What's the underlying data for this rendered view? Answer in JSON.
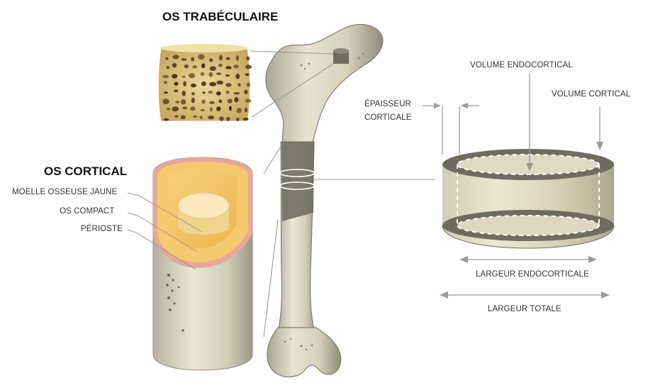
{
  "headings": {
    "trabecular": "OS TRABÉCULAIRE",
    "cortical": "OS CORTICAL"
  },
  "cortical_labels": {
    "marrow": "MOELLE OSSEUSE JAUNE",
    "compact": "OS COMPACT",
    "periosteum": "PÉRIOSTE"
  },
  "ring_labels": {
    "thickness_line1": "ÉPAISSEUR",
    "thickness_line2": "CORTICALE",
    "endocortical_volume": "VOLUME ENDOCORTICAL",
    "cortical_volume": "VOLUME CORTICAL",
    "endocortical_width": "LARGEUR ENDOCORTICALE",
    "total_width": "LARGEUR TOTALE"
  },
  "colors": {
    "bone": "#dcdac3",
    "bone_dark": "#8f8d7a",
    "cortical_band": "#6e6c5e",
    "marrow": "#f3c46a",
    "periosteum": "#e8a79a",
    "trabecular_bg": "#e6cf8c",
    "trabecular_holes": "#3a2a18",
    "arrow": "#9a9a9a",
    "text": "#333333"
  }
}
